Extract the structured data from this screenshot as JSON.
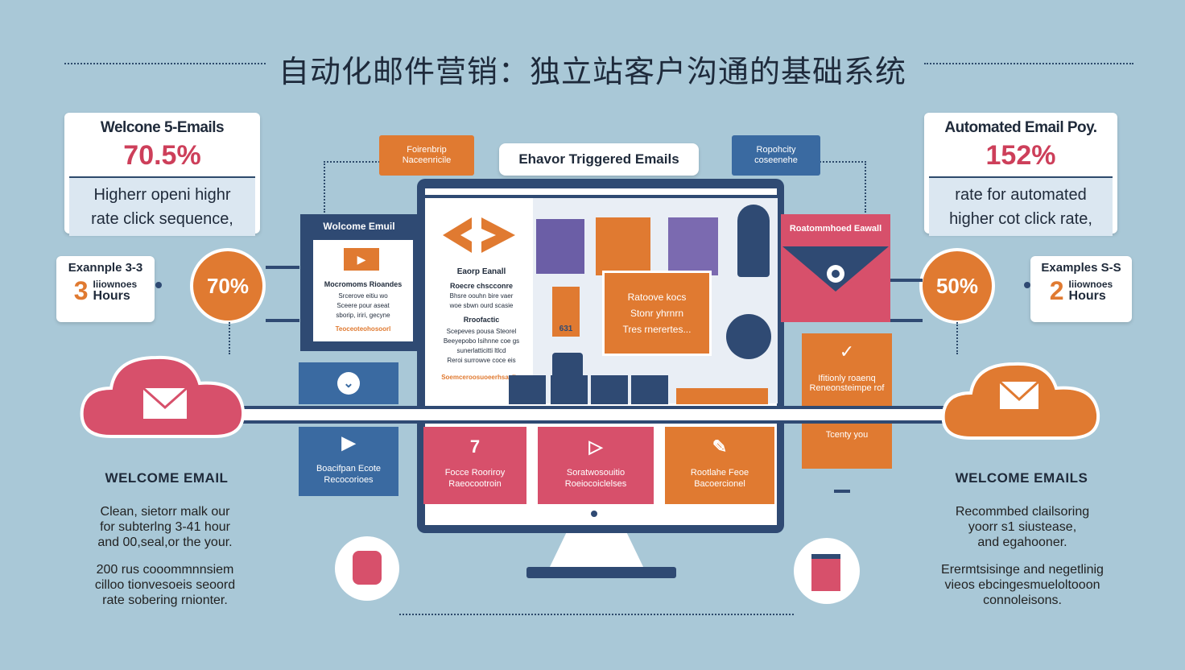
{
  "title": "自动化邮件营销：独立站客户沟通的基础系统",
  "top_left_card": {
    "heading": "Welcone 5-Emails",
    "stat": "70.5%",
    "line1": "Higherr openi highr",
    "line2": "rate click sequence,"
  },
  "top_right_card": {
    "heading": "Automated Email Poy.",
    "stat": "152%",
    "line1": "rate for automated",
    "line2": "higher cot click rate,"
  },
  "left_small_card": {
    "heading": "Exannple 3-3",
    "number": "3",
    "line1": "Iiiownoes",
    "line2": "Hours"
  },
  "right_small_card": {
    "heading": "Examples S-S",
    "number": "2",
    "line1": "Iiiownoes",
    "line2": "Hours"
  },
  "left_circle": "70%",
  "right_circle": "50%",
  "orange_tag": "Foirenbrip\nNaceenricile",
  "navy_tag": "Ropohcity\ncoseenehe",
  "center_label": "Ehavor Triggered Emails",
  "welcome_card": {
    "header": "Wolcome Emuil",
    "title": "Mocromoms Rioandes",
    "body": "Srcerove eitiu wo\nSceere pour aseat\nsborip, iriri, gecyne",
    "link": "Teoceoteohosoorl"
  },
  "screen": {
    "left_heading": "Eaorp Eanall",
    "left_line1": "Roecre chscconre",
    "left_body": "Bhsre oouhn bire vaer\nwoe sbwn ourd scasie",
    "left_sub": "Rroofactic",
    "left_body2": "Scepeves pousa Steorel\nBeeyepobo Isihnne coe gs\nsunerlatticitti ltlcd\nReroi surrowve coce eis",
    "left_link": "Soemceroosuoeerhsaalim",
    "orange_card": "Ratoove kocs\nStonr yhrnrn\nTres rnerertes...",
    "badge": "631"
  },
  "recommended_card": {
    "header": "Roatommhoed Eawall"
  },
  "right_orange_tile": {
    "line1": "Ifitionly roaenq",
    "line2": "Reneonsteimpe rof",
    "footer": "Tcenty you"
  },
  "bottom_tiles": [
    {
      "icon": "▶",
      "text": "Boacifpan Ecote\nRecocorioes"
    },
    {
      "icon": "7",
      "text": "Focce Rooriroy\nRaeocootroin"
    },
    {
      "icon": "▷",
      "text": "Soratwosouitio\nRoeiocoiclelses"
    },
    {
      "icon": "✎",
      "text": "Rootlahe Feoe\nBacoercionel"
    }
  ],
  "left_section": {
    "heading": "WELCOME EMAIL",
    "para1": "Clean,  sietorr malk our\nfor subterlng  3-41 hour\nand 00,seal,or the your.",
    "para2": "200 rus cooommnnsiem\ncilloo tionvesoeis seoord\nrate sobering rnionter."
  },
  "right_section": {
    "heading": "WELCOME EMAILS",
    "para1": "Recommbed clailsoring\nyoorr s1 siustease,\nand egahooner.",
    "para2": "Erermtsisinge and negetlinig\nvieos ebcingesmueloltooon\nconnoleisons."
  },
  "colors": {
    "background": "#a9c8d7",
    "navy": "#2f4a73",
    "orange": "#e07a31",
    "pink": "#d7506b",
    "blue": "#3a6aa1"
  }
}
